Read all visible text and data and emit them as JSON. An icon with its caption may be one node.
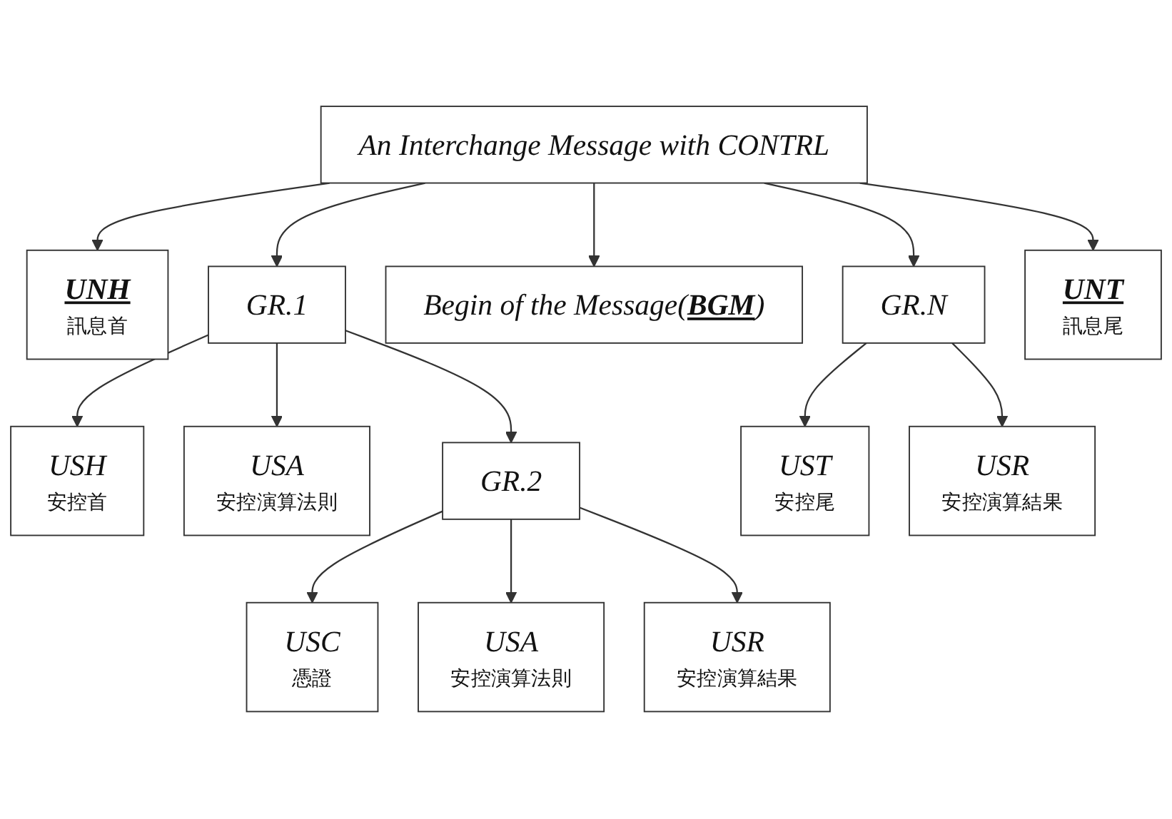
{
  "diagram": {
    "nodes": [
      {
        "text": [
          "An Interchange Message with CONTRL"
        ]
      },
      {
        "text": [
          "UNH",
          "訊息首"
        ]
      },
      {
        "text": [
          "Begin of the Message(**BGM**)"
        ]
      },
      {
        "text": [
          "UNT",
          "訊息尾"
        ]
      },
      {
        "text": [
          "GR.1"
        ]
      },
      {
        "text": [
          "GR.N"
        ]
      },
      {
        "text": [
          "USH",
          "安控首"
        ]
      },
      {
        "text": [
          "USA",
          "安控演算法則"
        ]
      },
      {
        "text": [
          "GR.2"
        ]
      },
      {
        "text": [
          "UST",
          "安控尾"
        ]
      },
      {
        "text": [
          "USR",
          "安控演算結果"
        ]
      },
      {
        "text": [
          "USC",
          "憑證"
        ]
      },
      {
        "text": [
          "USA",
          "安控演算法則"
        ]
      },
      {
        "text": [
          "USR",
          "安控演算結果"
        ]
      }
    ],
    "edges": [
      {
        "from": 0,
        "to": 1,
        "arrow": "to"
      },
      {
        "from": 0,
        "to": 2,
        "arrow": "to"
      },
      {
        "from": 0,
        "to": 3,
        "arrow": "to"
      },
      {
        "from": 0,
        "to": 4,
        "arrow": "to"
      },
      {
        "from": 0,
        "to": 5,
        "arrow": "to"
      },
      {
        "from": 4,
        "to": 6,
        "arrow": "to"
      },
      {
        "from": 4,
        "to": 7,
        "arrow": "to"
      },
      {
        "from": 4,
        "to": 8,
        "arrow": "to"
      },
      {
        "from": 8,
        "to": 11,
        "arrow": "to"
      },
      {
        "from": 8,
        "to": 12,
        "arrow": "to"
      },
      {
        "from": 8,
        "to": 13,
        "arrow": "to"
      },
      {
        "from": 5,
        "to": 9,
        "arrow": "to"
      },
      {
        "from": 5,
        "to": 10,
        "arrow": "to"
      }
    ]
  }
}
